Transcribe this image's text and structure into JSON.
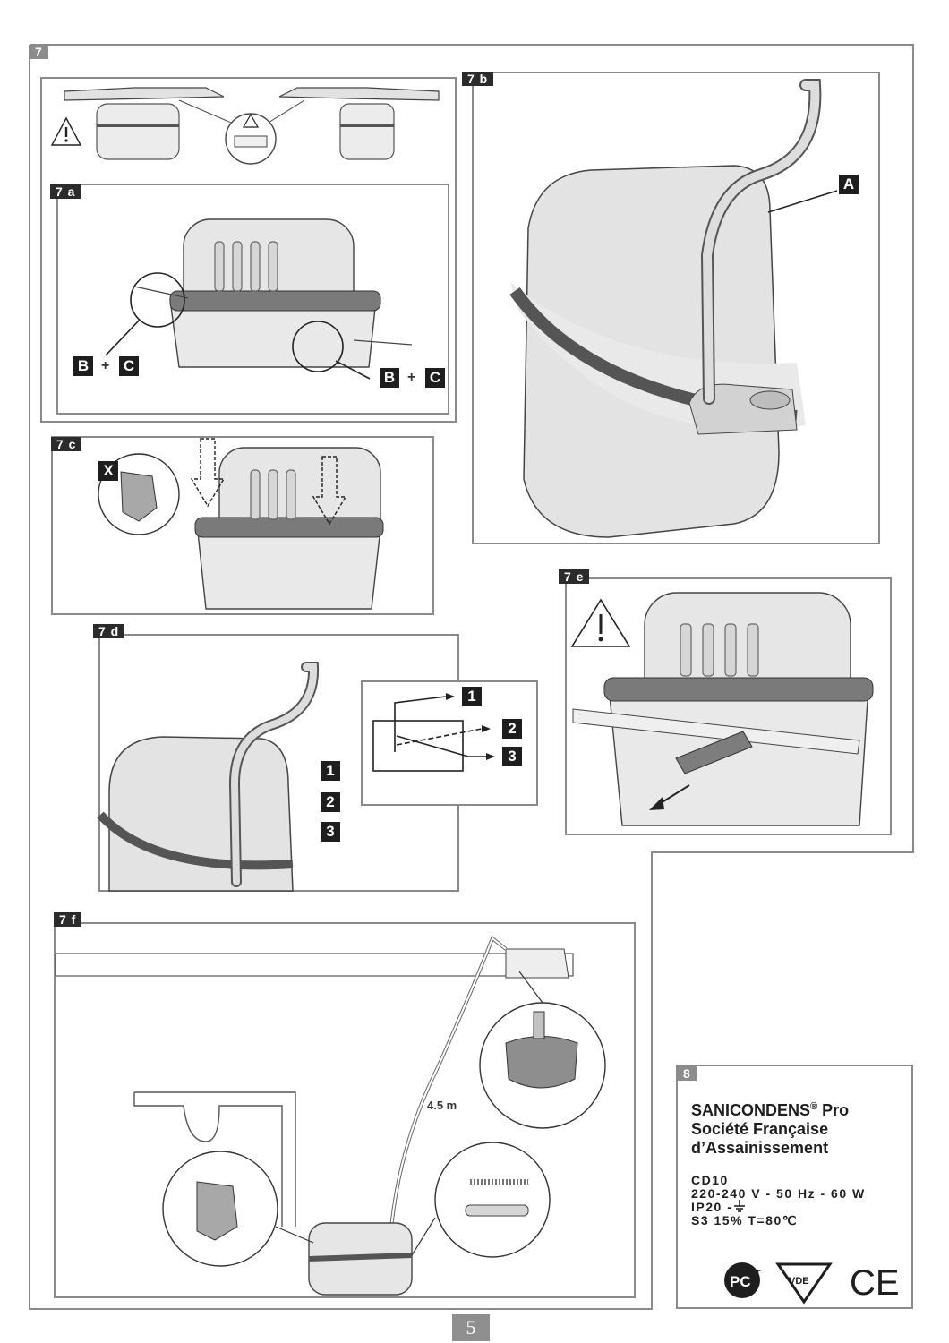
{
  "section": {
    "number": "7"
  },
  "panels": {
    "p7a": {
      "tag": "7 a",
      "labels": [
        "B",
        "+",
        "C"
      ]
    },
    "p7b": {
      "tag": "7 b",
      "label": "A"
    },
    "p7c": {
      "tag": "7 c",
      "label": "X"
    },
    "p7d": {
      "tag": "7 d",
      "steps": [
        "1",
        "2",
        "3"
      ]
    },
    "p7e": {
      "tag": "7 e"
    },
    "p7f": {
      "tag": "7 f",
      "distance": "4.5 m"
    }
  },
  "section8": {
    "number": "8",
    "brand": "SANICONDENS",
    "brand_reg": "®",
    "brand_suffix": " Pro",
    "company_line1": "Société Française",
    "company_line2": "d’Assainissement",
    "model": "CD10",
    "power": "220-240 V - 50 Hz - 60 W",
    "ip": "IP20 -",
    "duty": "S3 15% T=80℃",
    "marks": [
      "PCT",
      "VDE",
      "CE"
    ]
  },
  "page": {
    "number": "5"
  },
  "colors": {
    "frame": "#8a8a8a",
    "tag": "#2b2b2b",
    "device": "#d9d9d9",
    "band": "#555555"
  }
}
